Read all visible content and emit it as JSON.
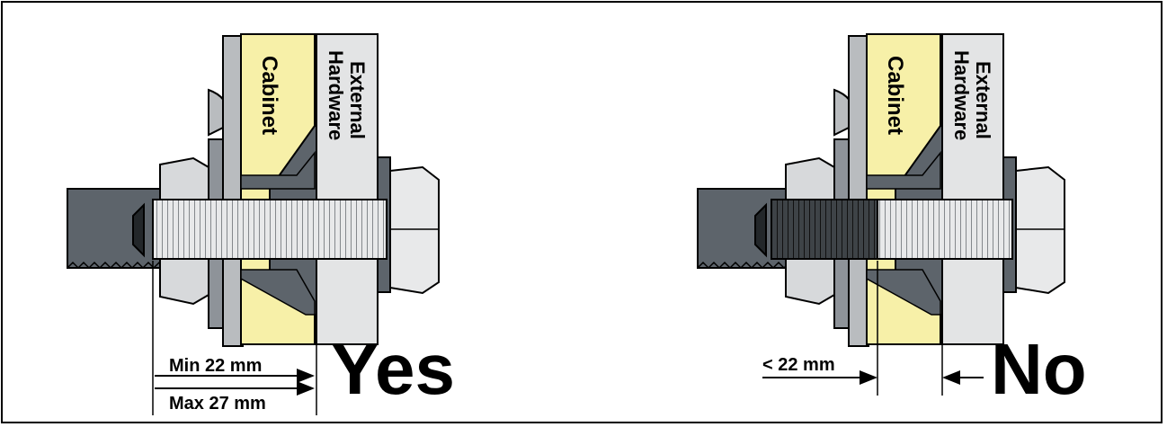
{
  "panels": {
    "yes": {
      "cabinet_label": "Cabinet",
      "hardware_line1": "External",
      "hardware_line2": "Hardware",
      "min_label": "Min 22 mm",
      "max_label": "Max 27 mm",
      "verdict": "Yes"
    },
    "no": {
      "cabinet_label": "Cabinet",
      "hardware_line1": "External",
      "hardware_line2": "Hardware",
      "depth_label": "< 22 mm",
      "verdict": "No"
    }
  },
  "colors": {
    "cabinet_fill": "#f7f0a8",
    "metal_dark": "#5d646b",
    "metal_mid": "#8e9399",
    "metal_light": "#e3e4e5",
    "bolt_light": "#d7d9db",
    "bracket_gray": "#b9bcbf"
  }
}
